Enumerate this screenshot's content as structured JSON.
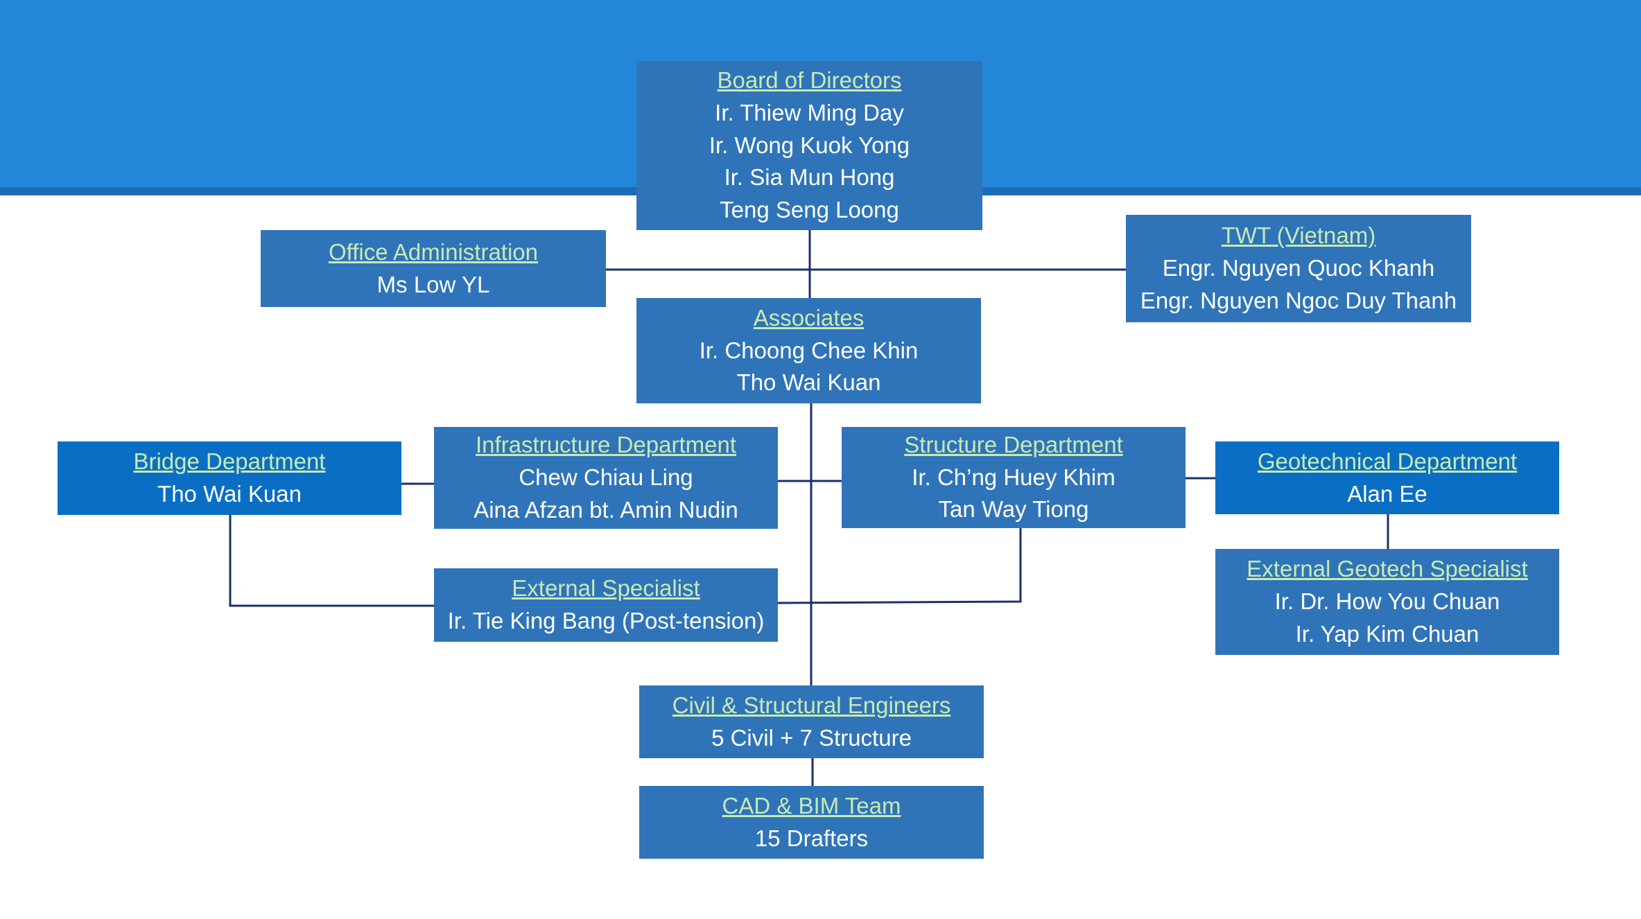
{
  "colors": {
    "banner": "#2386d9",
    "box": "#2f74b8",
    "box_highlight": "#0a6fc4",
    "connector": "#1b2e6b",
    "title_text": "#c8eab3",
    "body_text": "#ffffff"
  },
  "nodes": {
    "board": {
      "title": "Board of Directors",
      "lines": [
        "Ir. Thiew Ming Day",
        "Ir. Wong Kuok Yong",
        "Ir. Sia Mun Hong",
        "Teng Seng Loong"
      ]
    },
    "office": {
      "title": "Office Administration",
      "lines": [
        "Ms Low YL"
      ]
    },
    "twt": {
      "title": "TWT (Vietnam)",
      "lines": [
        "Engr. Nguyen Quoc Khanh",
        "Engr. Nguyen Ngoc Duy Thanh"
      ]
    },
    "associates": {
      "title": "Associates",
      "lines": [
        "Ir. Choong Chee Khin",
        "Tho Wai Kuan"
      ]
    },
    "bridge": {
      "title": "Bridge Department",
      "lines": [
        "Tho Wai Kuan"
      ]
    },
    "infrastructure": {
      "title": "Infrastructure Department",
      "lines": [
        "Chew Chiau Ling",
        "Aina Afzan bt. Amin Nudin"
      ]
    },
    "structure": {
      "title": "Structure Department",
      "lines": [
        "Ir. Ch’ng Huey Khim",
        "Tan Way Tiong"
      ]
    },
    "geotechnical": {
      "title": "Geotechnical Department",
      "lines": [
        "Alan Ee"
      ]
    },
    "external_specialist": {
      "title": "External Specialist",
      "lines": [
        "Ir. Tie King Bang (Post-tension)"
      ]
    },
    "external_geotech": {
      "title": "External Geotech Specialist",
      "lines": [
        "Ir. Dr. How You Chuan",
        "Ir. Yap Kim Chuan"
      ]
    },
    "engineers": {
      "title": "Civil & Structural Engineers",
      "lines": [
        "5 Civil + 7 Structure"
      ]
    },
    "cad": {
      "title": "CAD & BIM Team",
      "lines": [
        "15 Drafters"
      ]
    }
  }
}
